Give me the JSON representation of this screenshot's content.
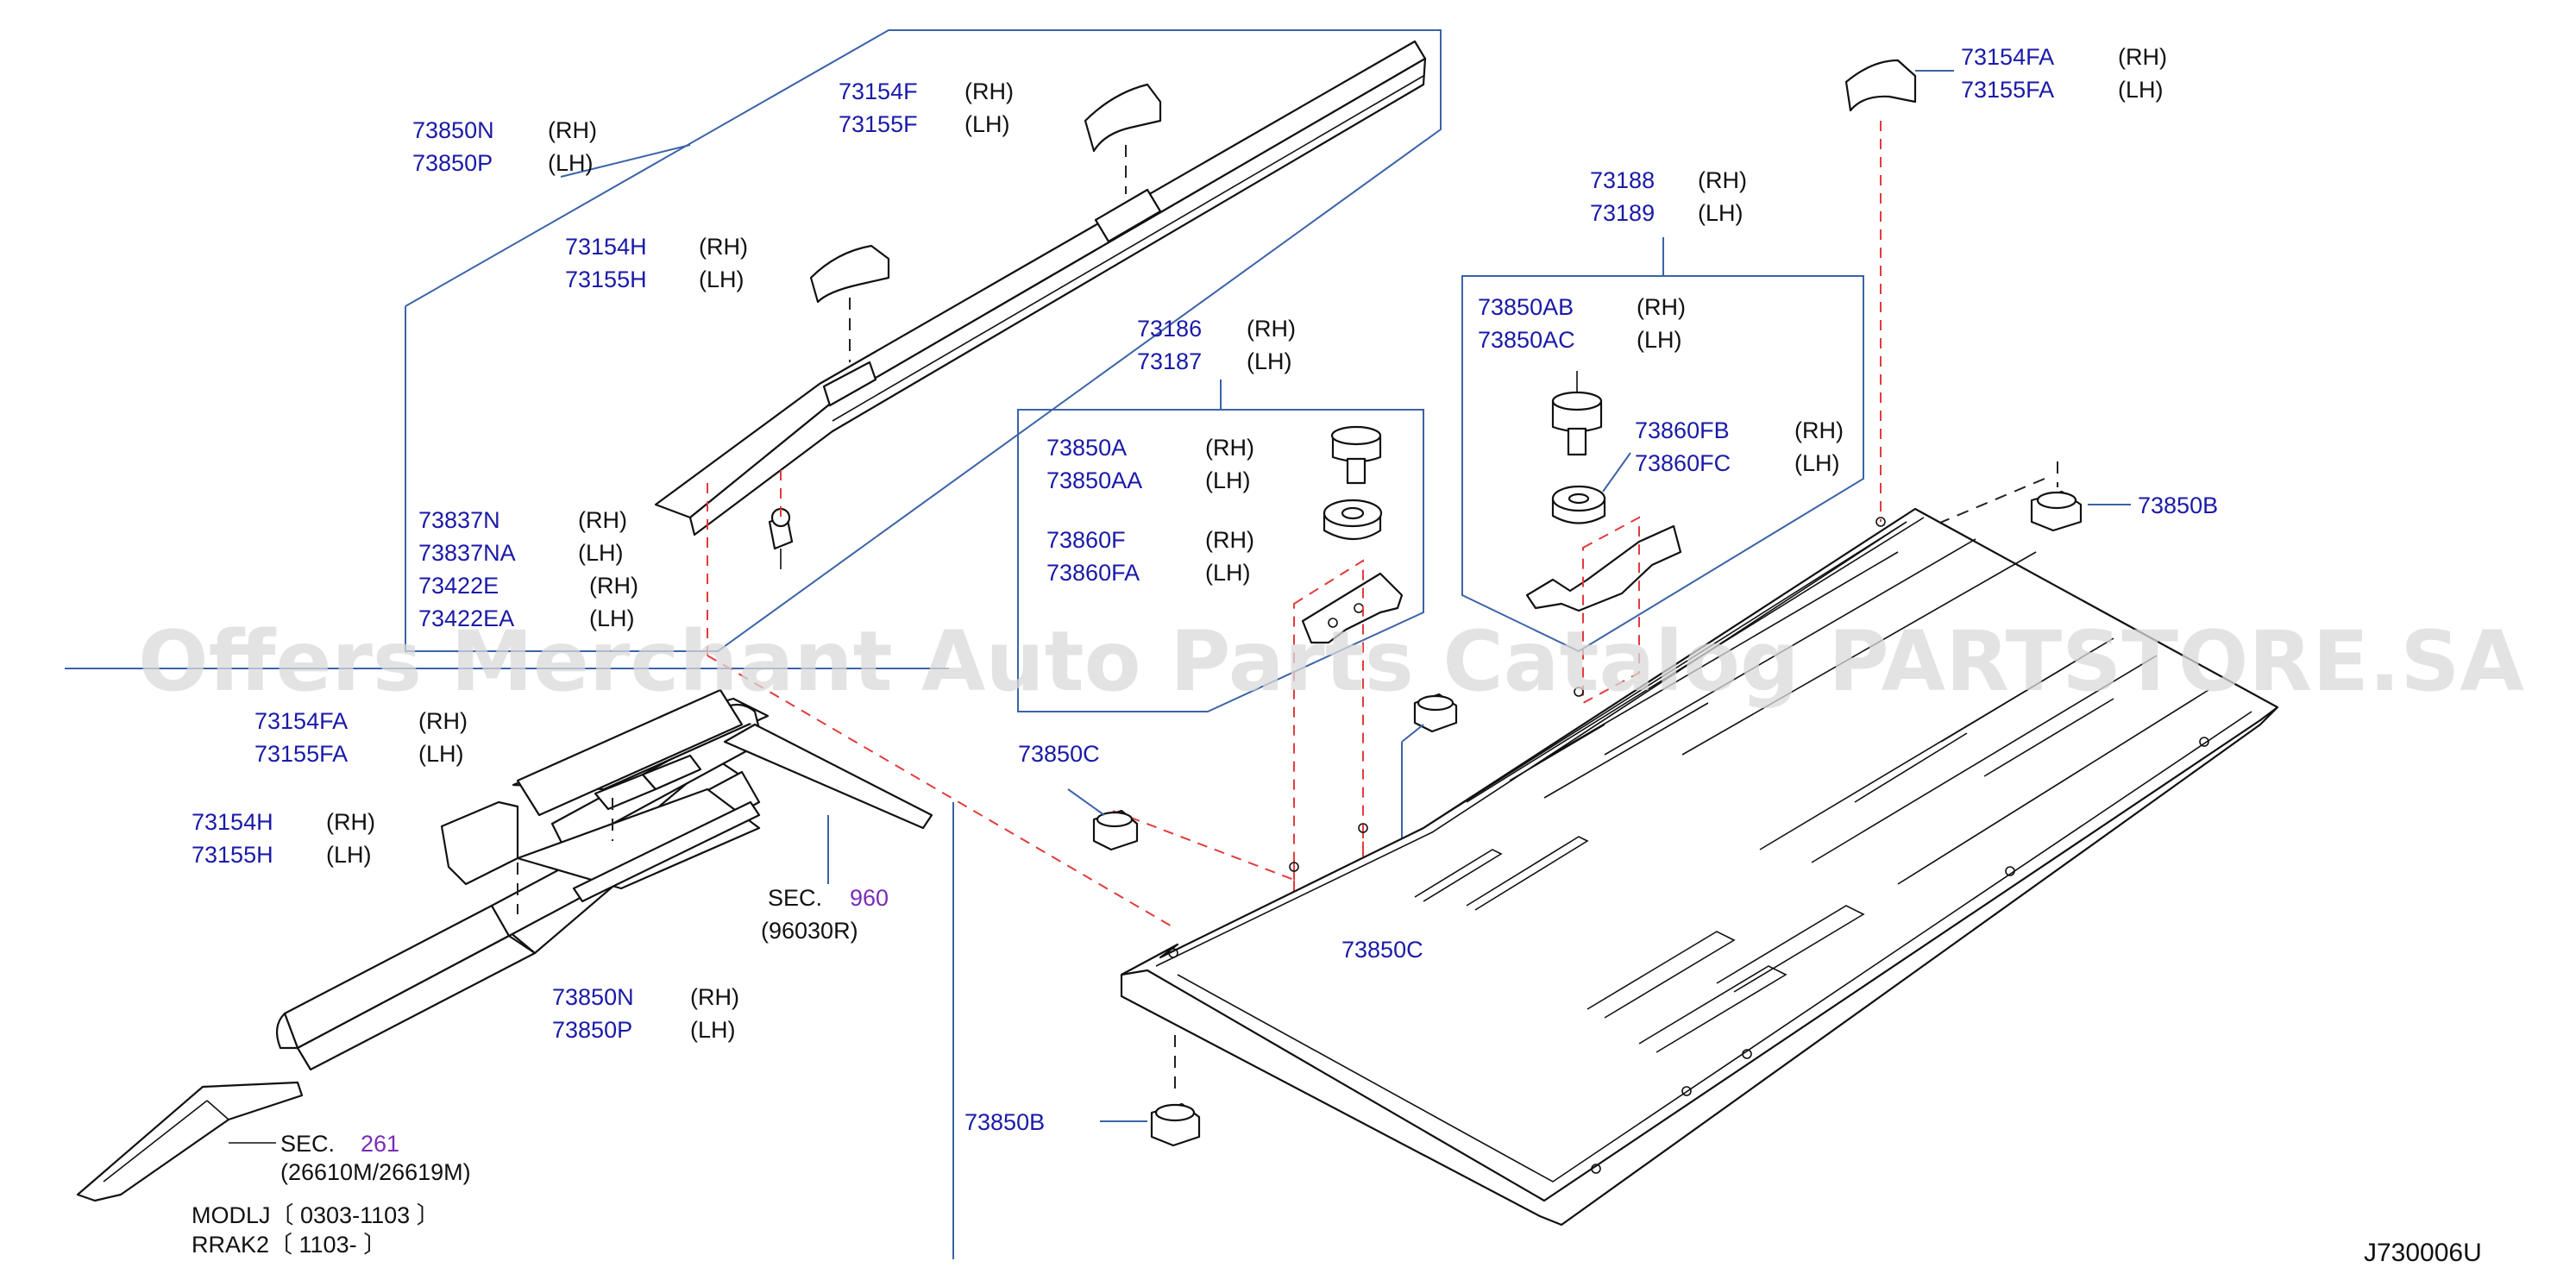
{
  "diagram": {
    "watermark": "Offers Merchant Auto Parts Catalog PARTSTORE.SA",
    "diagram_code": "J730006U",
    "model_note": {
      "line1": "MODLJ〔 0303-1103 〕",
      "line2": "RRAK2〔 1103-                  〕"
    },
    "sections": [
      {
        "title": "SEC.",
        "number": "960",
        "sub": "(96030R)"
      },
      {
        "title": "SEC.",
        "number": "261",
        "sub": "(26610M/26619M)"
      }
    ],
    "callouts": [
      {
        "id": "c1",
        "parts": [
          {
            "pn": "73850N",
            "side": "(RH)"
          },
          {
            "pn": "73850P",
            "side": "(LH)"
          }
        ]
      },
      {
        "id": "c2",
        "parts": [
          {
            "pn": "73154F",
            "side": "(RH)"
          },
          {
            "pn": "73155F",
            "side": "(LH)"
          }
        ]
      },
      {
        "id": "c3",
        "parts": [
          {
            "pn": "73154H",
            "side": "(RH)"
          },
          {
            "pn": "73155H",
            "side": "(LH)"
          }
        ]
      },
      {
        "id": "c4",
        "parts": [
          {
            "pn": "73837N",
            "side": "(RH)"
          },
          {
            "pn": "73837NA",
            "side": "(LH)"
          }
        ]
      },
      {
        "id": "c5",
        "parts": [
          {
            "pn": "73422E",
            "side": "(RH)"
          },
          {
            "pn": "73422EA",
            "side": "(LH)"
          }
        ]
      },
      {
        "id": "c6",
        "parts": [
          {
            "pn": "73154FA",
            "side": "(RH)"
          },
          {
            "pn": "73155FA",
            "side": "(LH)"
          }
        ]
      },
      {
        "id": "c7",
        "parts": [
          {
            "pn": "73154H",
            "side": "(RH)"
          },
          {
            "pn": "73155H",
            "side": "(LH)"
          }
        ]
      },
      {
        "id": "c8",
        "parts": [
          {
            "pn": "73850N",
            "side": "(RH)"
          },
          {
            "pn": "73850P",
            "side": "(LH)"
          }
        ]
      },
      {
        "id": "c9",
        "parts": [
          {
            "pn": "73186",
            "side": "(RH)"
          },
          {
            "pn": "73187",
            "side": "(LH)"
          }
        ]
      },
      {
        "id": "c10",
        "parts": [
          {
            "pn": "73850A",
            "side": "(RH)"
          },
          {
            "pn": "73850AA",
            "side": "(LH)"
          }
        ]
      },
      {
        "id": "c11",
        "parts": [
          {
            "pn": "73860F",
            "side": "(RH)"
          },
          {
            "pn": "73860FA",
            "side": "(LH)"
          }
        ]
      },
      {
        "id": "c12",
        "parts": [
          {
            "pn": "73188",
            "side": "(RH)"
          },
          {
            "pn": "73189",
            "side": "(LH)"
          }
        ]
      },
      {
        "id": "c13",
        "parts": [
          {
            "pn": "73850AB",
            "side": "(RH)"
          },
          {
            "pn": "73850AC",
            "side": "(LH)"
          }
        ]
      },
      {
        "id": "c14",
        "parts": [
          {
            "pn": "73860FB",
            "side": "(RH)"
          },
          {
            "pn": "73860FC",
            "side": "(LH)"
          }
        ]
      },
      {
        "id": "c15",
        "parts": [
          {
            "pn": "73154FA",
            "side": "(RH)"
          },
          {
            "pn": "73155FA",
            "side": "(LH)"
          }
        ]
      }
    ],
    "single_labels": [
      {
        "id": "s1",
        "pn": "73850C"
      },
      {
        "id": "s2",
        "pn": "73850C"
      },
      {
        "id": "s3",
        "pn": "73850B"
      },
      {
        "id": "s4",
        "pn": "73850B"
      }
    ]
  }
}
